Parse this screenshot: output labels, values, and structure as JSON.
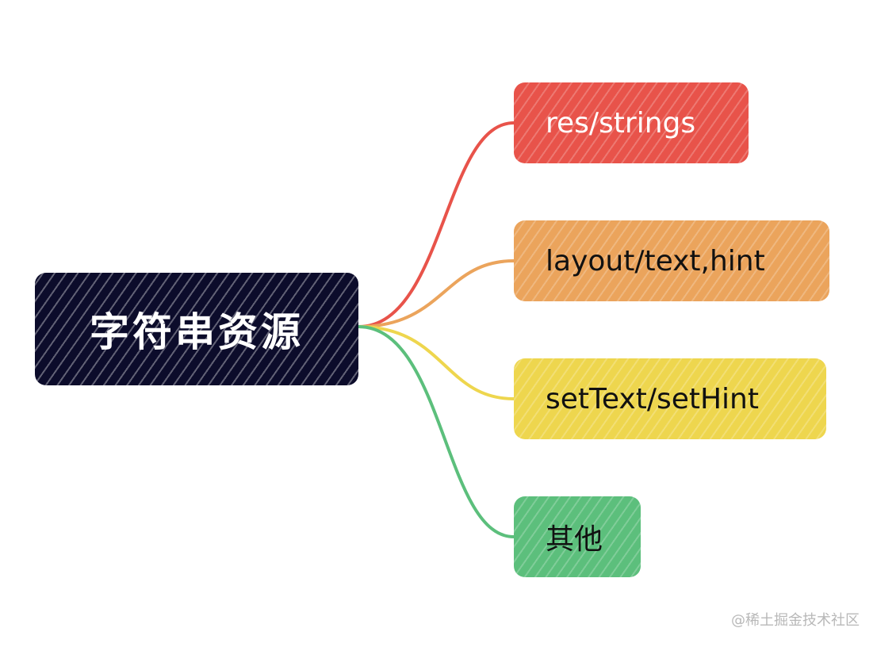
{
  "root": {
    "label": "字符串资源",
    "color": "#0c0c2b"
  },
  "children": [
    {
      "label": "res/strings",
      "color": "#e8534a"
    },
    {
      "label": "layout/text,hint",
      "color": "#eba45c"
    },
    {
      "label": "setText/setHint",
      "color": "#eed64e"
    },
    {
      "label": "其他",
      "color": "#5cbf7c"
    }
  ],
  "watermark": "@稀土掘金技术社区"
}
